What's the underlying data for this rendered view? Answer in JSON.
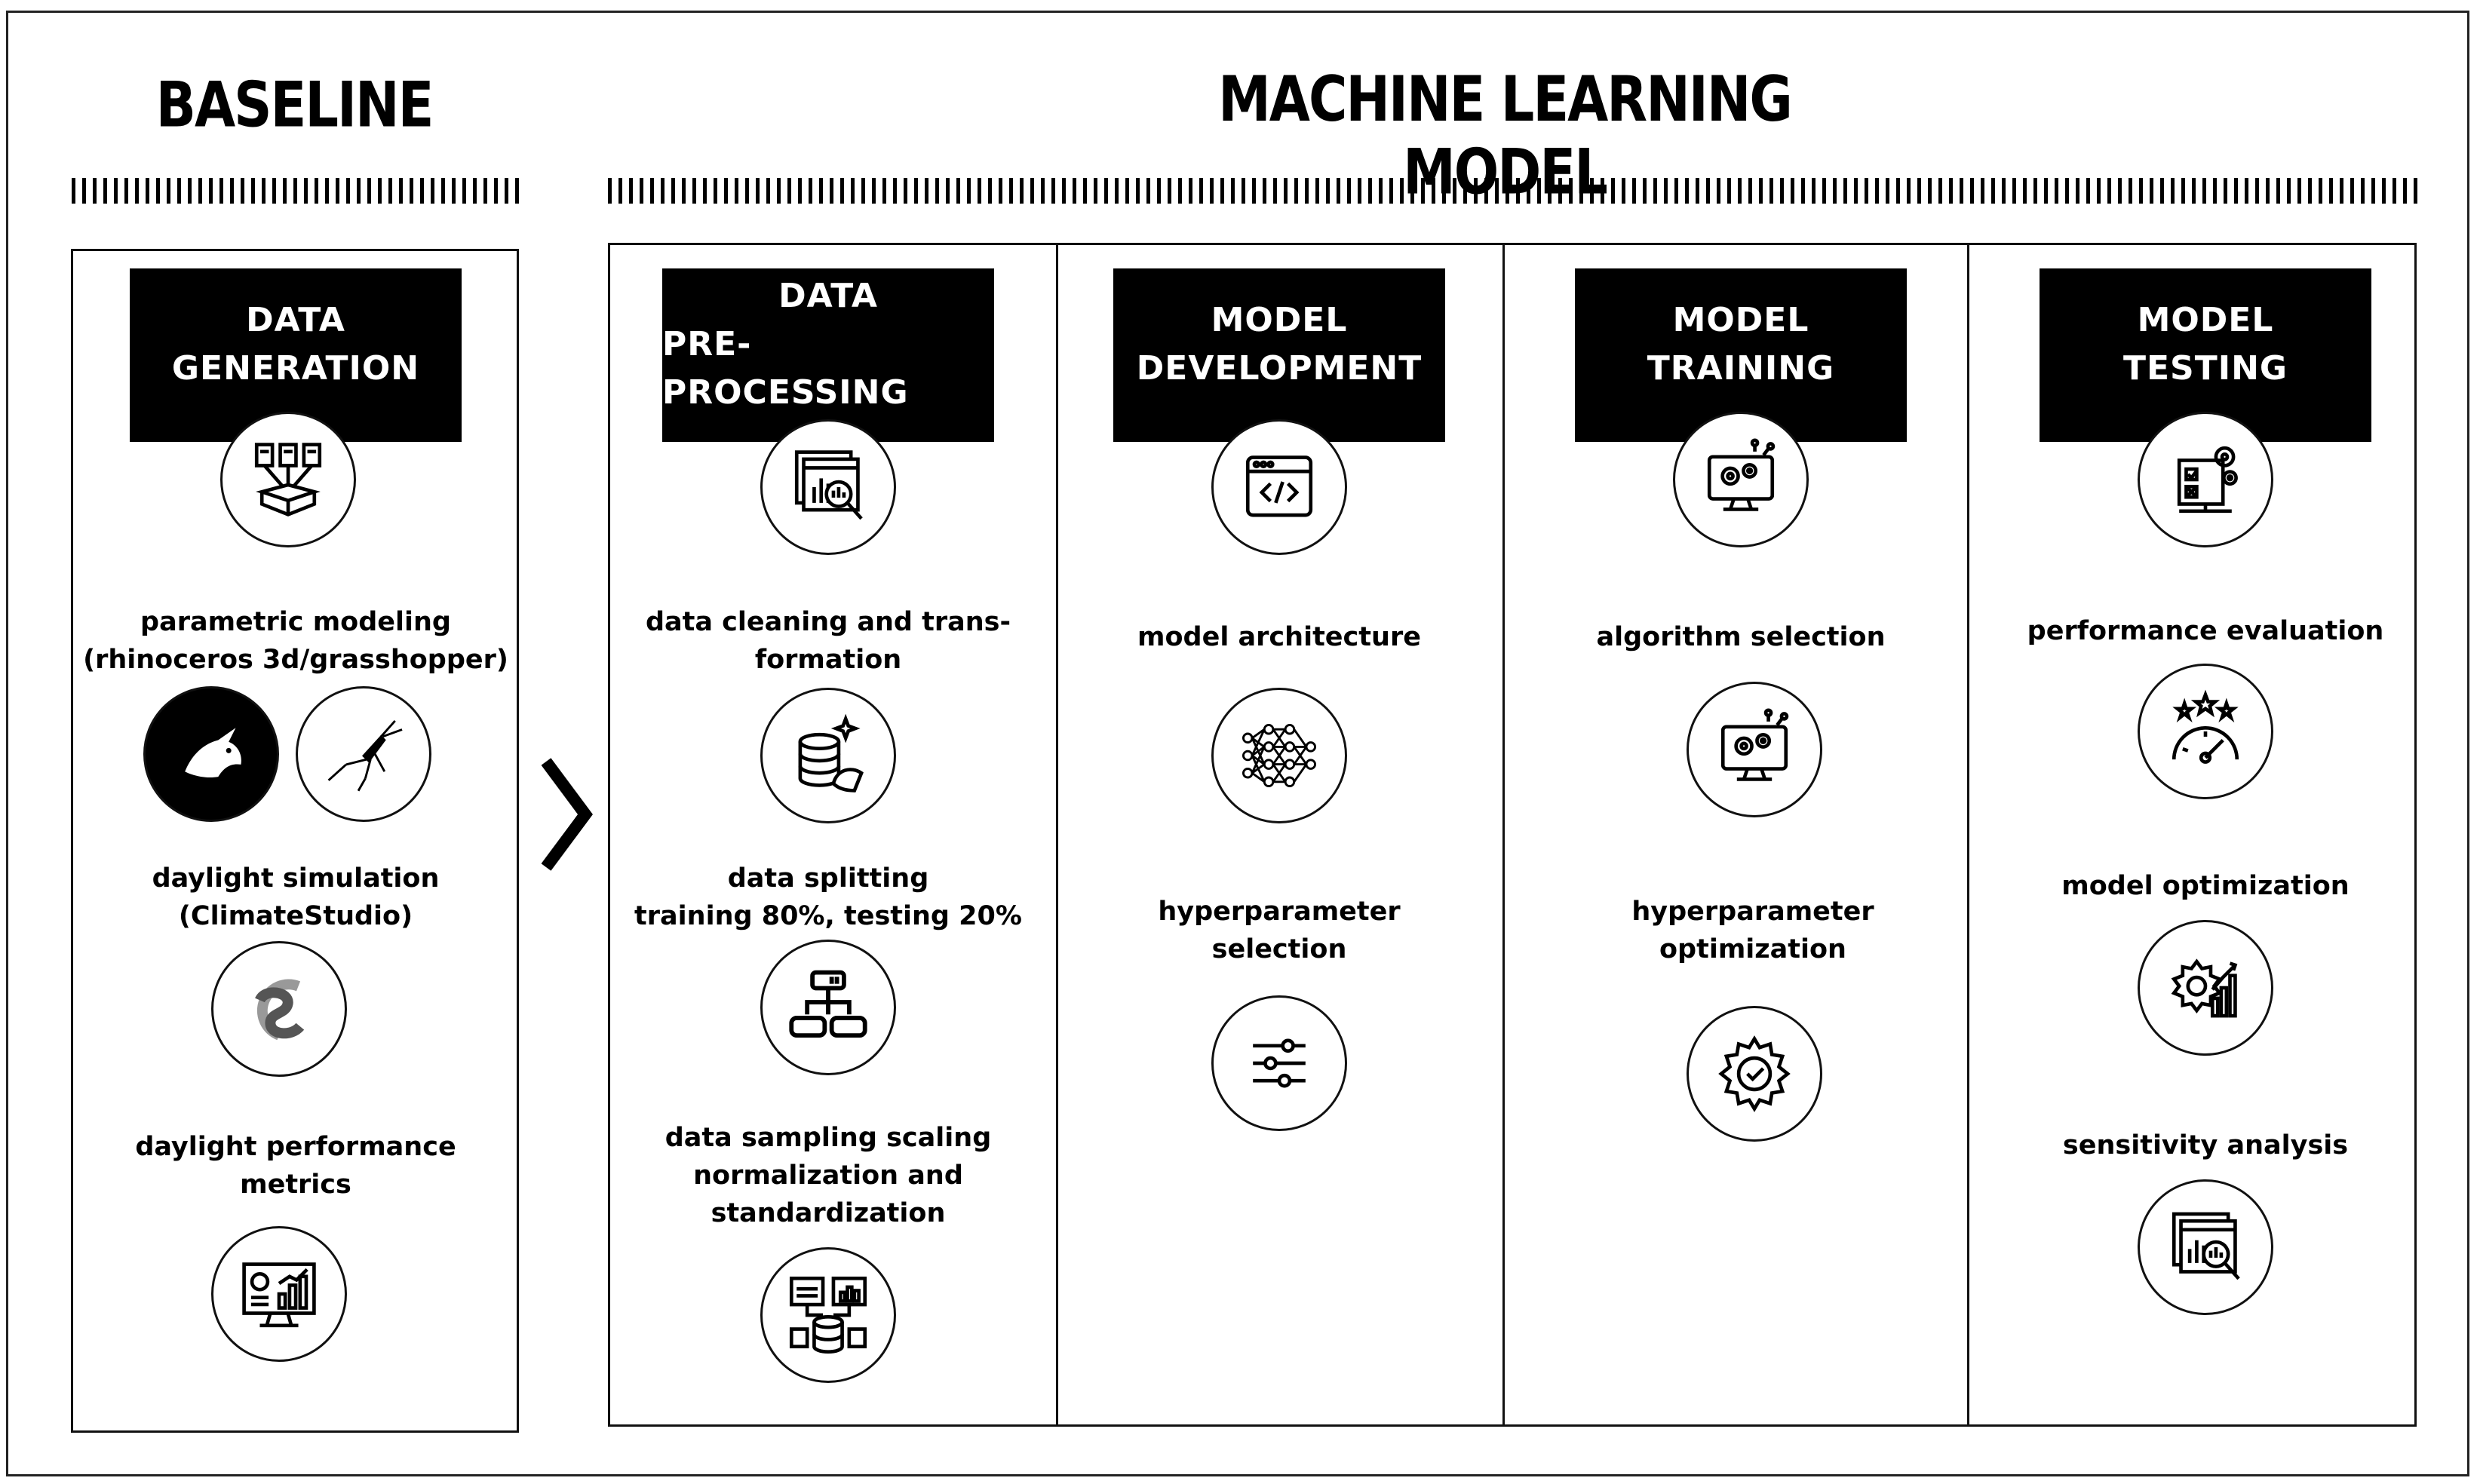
{
  "sections": {
    "baseline": "BASELINE",
    "ml_model": "MACHINE LEARNING MODEL"
  },
  "stages": {
    "generation": {
      "line1": "DATA",
      "line2": "GENERATION"
    },
    "preprocessing": {
      "line1": "DATA",
      "line2": "PRE-PROCESSING"
    },
    "development": {
      "line1": "MODEL",
      "line2": "DEVELOPMENT"
    },
    "training": {
      "line1": "MODEL",
      "line2": "TRAINING"
    },
    "testing": {
      "line1": "MODEL",
      "line2": "TESTING"
    }
  },
  "steps": {
    "parametric": "parametric modeling\n(rhinoceros 3d/grasshopper)",
    "daylight_sim": "daylight simulation\n(ClimateStudio)",
    "daylight_metrics": "daylight performance\nmetrics",
    "cleaning": "data cleaning and trans-\nformation",
    "splitting": "data splitting\ntraining 80%, testing 20%",
    "sampling": "data sampling scaling\nnormalization and\nstandardization",
    "architecture": "model architecture",
    "hyper_selection": "hyperparameter\nselection",
    "algorithm": "algorithm selection",
    "hyper_opt": "hyperparameter\noptimization",
    "performance": "performance evaluation",
    "optimization": "model optimization",
    "sensitivity": "sensitivity analysis"
  },
  "icons": [
    "data-generation-icon",
    "rhinoceros-logo-icon",
    "grasshopper-logo-icon",
    "climatestudio-logo-icon",
    "dashboard-icon",
    "data-analysis-icon",
    "database-clean-icon",
    "data-split-icon",
    "data-sampling-icon",
    "code-window-icon",
    "neural-network-icon",
    "sliders-icon",
    "monitor-gears-icon",
    "gear-check-icon",
    "checklist-gear-icon",
    "rating-gauge-icon",
    "gear-chart-icon",
    "chart-magnifier-icon"
  ],
  "colors": {
    "ink": "#000000",
    "paper": "#ffffff"
  }
}
